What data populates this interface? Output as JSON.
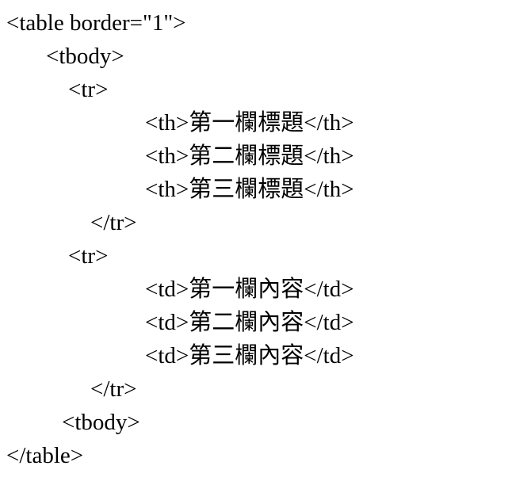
{
  "page": {
    "background_color": "#ffffff",
    "text_color": "#000000"
  },
  "code": {
    "language": "html",
    "lines": [
      {
        "text": "<table border=\"1\">"
      },
      {
        "text": "<tbody>"
      },
      {
        "text": "<tr>"
      },
      {
        "text": "<th>第一欄標題</th>"
      },
      {
        "text": "<th>第二欄標題</th>"
      },
      {
        "text": "<th>第三欄標題</th>"
      },
      {
        "text": "</tr>"
      },
      {
        "text": "<tr>"
      },
      {
        "text": "<td>第一欄內容</td>"
      },
      {
        "text": "<td>第二欄內容</td>"
      },
      {
        "text": "<td>第三欄內容</td>"
      },
      {
        "text": "</tr>"
      },
      {
        "text": "<tbody>"
      },
      {
        "text": "</table>"
      }
    ]
  }
}
